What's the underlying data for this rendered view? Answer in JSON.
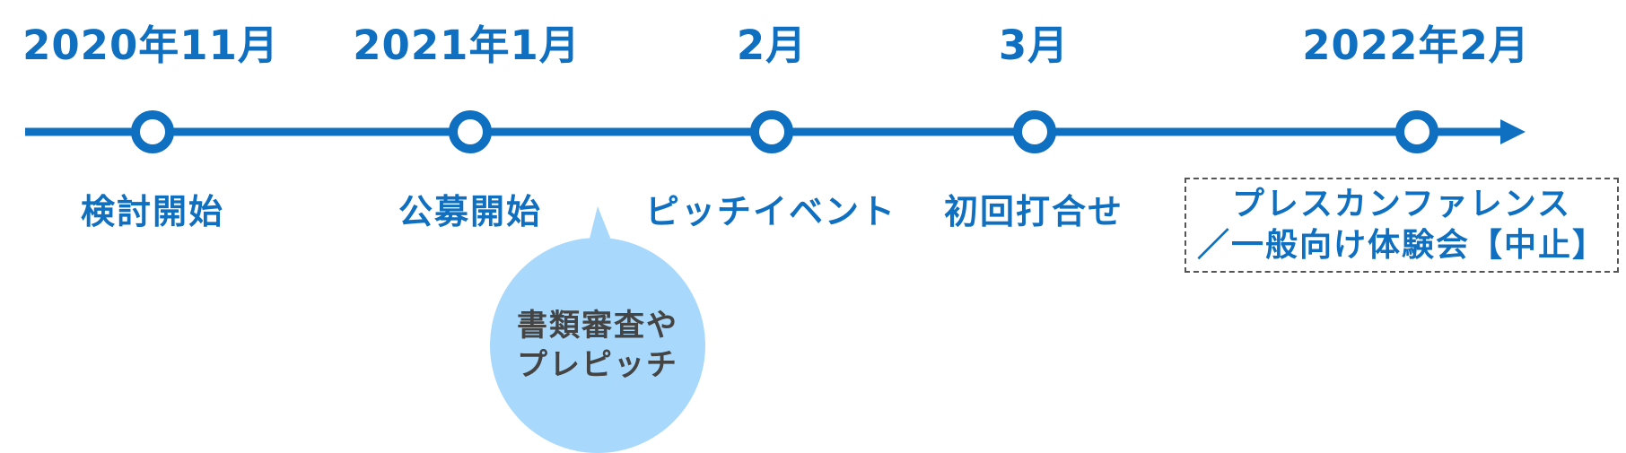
{
  "colors": {
    "primary": "#0f6fc0",
    "bubble": "#a8d8fb",
    "bubble_text": "#444444"
  },
  "events": [
    {
      "date": "2020年11月",
      "label": "検討開始"
    },
    {
      "date": "2021年1月",
      "label": "公募開始"
    },
    {
      "date": "2月",
      "label": "ピッチイベント"
    },
    {
      "date": "3月",
      "label": "初回打合せ"
    },
    {
      "date": "2022年2月",
      "label_lines": [
        "プレスカンファレンス",
        "／一般向け体験会【中止】"
      ]
    }
  ],
  "callout": {
    "lines": [
      "書類審査や",
      "プレピッチ"
    ]
  }
}
